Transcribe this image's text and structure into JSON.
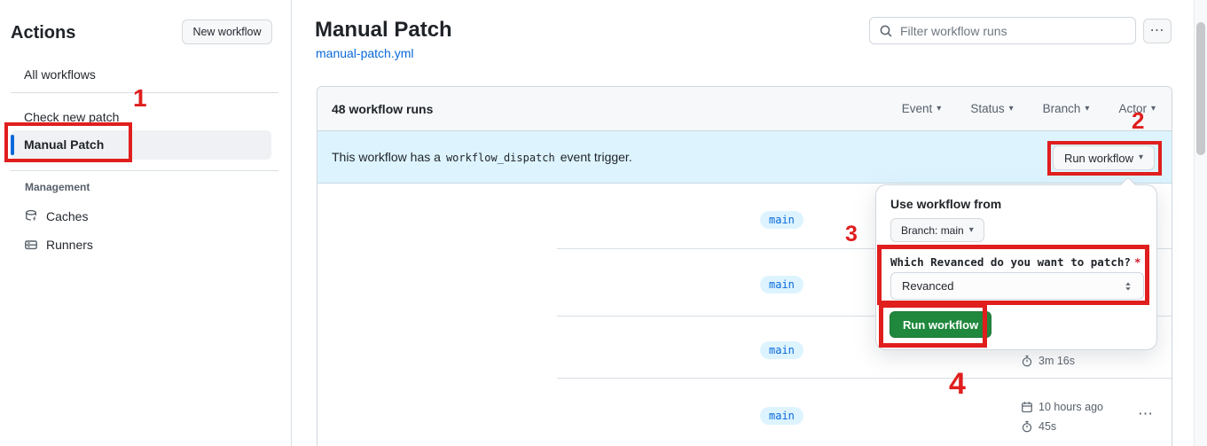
{
  "colors": {
    "annotation_red": "#e01e1e",
    "accent_orange": "#f0765c",
    "link_blue": "#0969da",
    "banner_blue": "#ddf4ff",
    "button_green": "#1f883d"
  },
  "icons": {
    "caret_down": "▾",
    "kebab": "⋯"
  },
  "sidebar": {
    "title": "Actions",
    "new_workflow_button": "New workflow",
    "all_workflows": "All workflows",
    "items": [
      {
        "label": "Check new patch"
      },
      {
        "label": "Manual Patch",
        "selected": true
      }
    ],
    "management_label": "Management",
    "caches_label": "Caches",
    "runners_label": "Runners"
  },
  "main": {
    "title": "Manual Patch",
    "workflow_file_link": "manual-patch.yml",
    "search_placeholder": "Filter workflow runs"
  },
  "runs_panel": {
    "count_label": "48 workflow runs",
    "filters": [
      "Event",
      "Status",
      "Branch",
      "Actor"
    ],
    "banner": {
      "text_before": "This workflow has a",
      "code": "workflow_dispatch",
      "text_after": "event trigger.",
      "button_label": "Run workflow"
    },
    "rows": [
      {
        "branch": "main"
      },
      {
        "branch": "main"
      },
      {
        "branch": "main",
        "duration": "3m 16s"
      },
      {
        "branch": "main",
        "time": "10 hours ago",
        "duration": "45s"
      }
    ]
  },
  "run_dialog": {
    "heading": "Use workflow from",
    "branch_selector": "Branch: main",
    "input_label": "Which Revanced do you want to patch?",
    "required_marker": "*",
    "input_value": "Revanced",
    "submit_label": "Run workflow"
  },
  "annotations": {
    "labels": [
      "1",
      "2",
      "3",
      "4"
    ]
  }
}
